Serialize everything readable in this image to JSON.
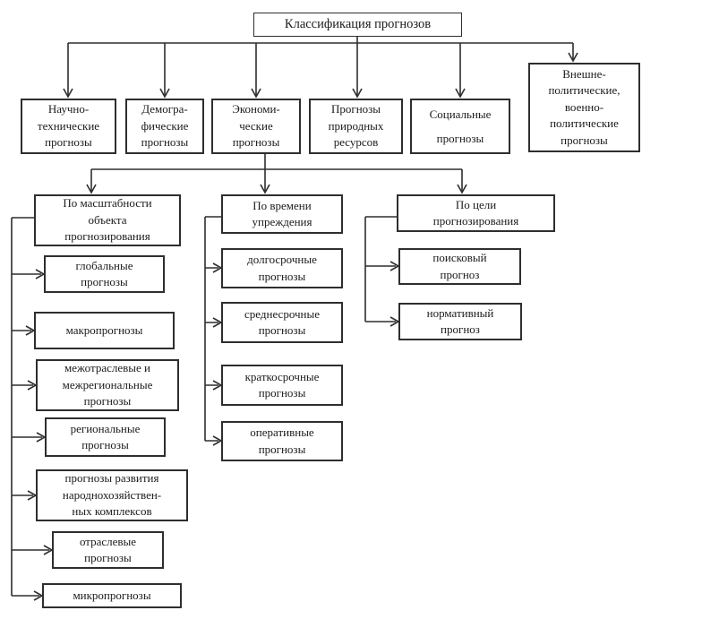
{
  "title": "Классификация прогнозов",
  "colors": {
    "line": "#2e2e2e",
    "text": "#1b1b1b",
    "background": "#ffffff"
  },
  "level1": [
    {
      "lines": [
        "Научно-",
        "технические",
        "прогнозы"
      ]
    },
    {
      "lines": [
        "Демогра-",
        "фические",
        "прогнозы"
      ]
    },
    {
      "lines": [
        "Экономи-",
        "ческие",
        "прогнозы"
      ]
    },
    {
      "lines": [
        "Прогнозы",
        "природных",
        "ресурсов"
      ]
    },
    {
      "lines": [
        "Социальные",
        "прогнозы"
      ]
    },
    {
      "lines": [
        "Внешне-",
        "политические,",
        "военно-",
        "политические",
        "прогнозы"
      ]
    }
  ],
  "categories": [
    {
      "lines": [
        "По масштабности",
        "объекта",
        "прогнозирования"
      ],
      "children": [
        {
          "lines": [
            "глобальные",
            "прогнозы"
          ]
        },
        {
          "lines": [
            "макропрогнозы"
          ]
        },
        {
          "lines": [
            "межотраслевые и",
            "межрегиональные",
            "прогнозы"
          ]
        },
        {
          "lines": [
            "региональные",
            "прогнозы"
          ]
        },
        {
          "lines": [
            "прогнозы развития",
            "народнохозяйствен-",
            "ных комплексов"
          ]
        },
        {
          "lines": [
            "отраслевые",
            "прогнозы"
          ]
        },
        {
          "lines": [
            "микропрогнозы"
          ]
        }
      ]
    },
    {
      "lines": [
        "По времени",
        "упреждения"
      ],
      "children": [
        {
          "lines": [
            "долгосрочные",
            "прогнозы"
          ]
        },
        {
          "lines": [
            "среднесрочные",
            "прогнозы"
          ]
        },
        {
          "lines": [
            "краткосрочные",
            "прогнозы"
          ]
        },
        {
          "lines": [
            "оперативные",
            "прогнозы"
          ]
        }
      ]
    },
    {
      "lines": [
        "По цели",
        "прогнозирования"
      ],
      "children": [
        {
          "lines": [
            "поисковый",
            "прогноз"
          ]
        },
        {
          "lines": [
            "нормативный",
            "прогноз"
          ]
        }
      ]
    }
  ]
}
